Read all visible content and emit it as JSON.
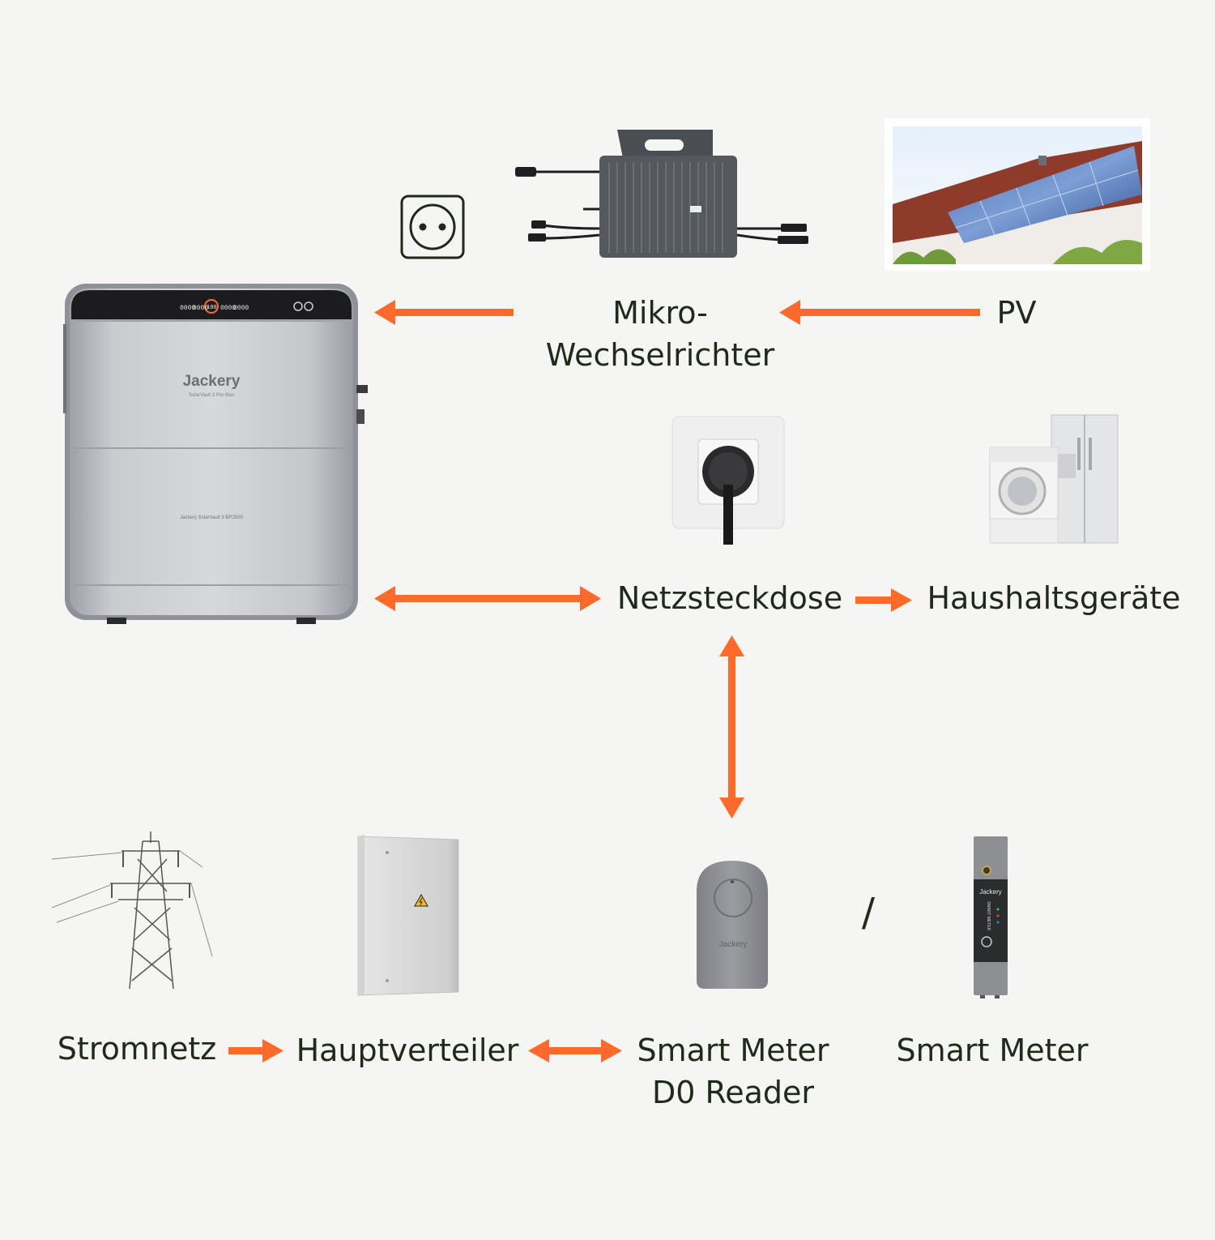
{
  "colors": {
    "background": "#f5f5f3",
    "arrow": "#ff6a2a",
    "text": "#1f2a1a",
    "device_silver": "#b9bbc0",
    "device_dark": "#1c1c1e",
    "inverter": "#55595e",
    "reader_gray": "#8b8d92"
  },
  "brand": {
    "name": "Jackery",
    "battery_model": "SolarVault 3 Pro Max",
    "battery_bottom_model": "Jackery SolarVault 3 BP2500",
    "smart_meter_label": "SMART METER",
    "display_a": "0000",
    "display_b": "0000",
    "display_c": "100",
    "display_d": "0000",
    "display_e": "0000"
  },
  "nodes": {
    "inverter": {
      "line1": "Mikro-",
      "line2": "Wechselrichter"
    },
    "pv": {
      "label": "PV"
    },
    "socket": {
      "label": "Netzsteckdose"
    },
    "appliances": {
      "label": "Haushaltsgeräte"
    },
    "grid": {
      "label": "Stromnetz"
    },
    "distributor": {
      "label": "Hauptverteiler"
    },
    "d0_reader": {
      "line1": "Smart Meter",
      "line2": "D0 Reader"
    },
    "separator": {
      "label": "/"
    },
    "smart_meter": {
      "label": "Smart Meter"
    }
  },
  "icons": {
    "outlet": "schuko-outlet-icon",
    "warning": "high-voltage-warning-icon"
  }
}
